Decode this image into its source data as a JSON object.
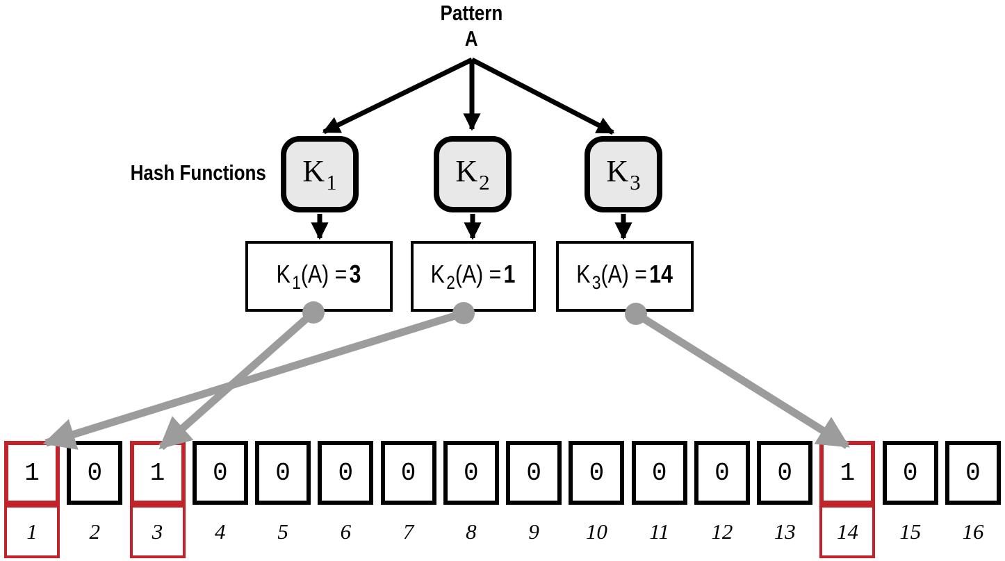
{
  "pattern": {
    "title": "Pattern",
    "item": "A"
  },
  "hash_functions_label": "Hash Functions",
  "hash_functions": [
    {
      "name": "K",
      "sub": "1"
    },
    {
      "name": "K",
      "sub": "2"
    },
    {
      "name": "K",
      "sub": "3"
    }
  ],
  "hash_results": [
    {
      "name": "K",
      "sub": "1",
      "expr": "(A) =",
      "value": "3"
    },
    {
      "name": "K",
      "sub": "2",
      "expr": "(A) =",
      "value": "1"
    },
    {
      "name": "K",
      "sub": "3",
      "expr": "(A) =",
      "value": "14"
    }
  ],
  "bit_array": {
    "cells": [
      {
        "value": "1",
        "index": "1"
      },
      {
        "value": "0",
        "index": "2"
      },
      {
        "value": "1",
        "index": "3"
      },
      {
        "value": "0",
        "index": "4"
      },
      {
        "value": "0",
        "index": "5"
      },
      {
        "value": "0",
        "index": "6"
      },
      {
        "value": "0",
        "index": "7"
      },
      {
        "value": "0",
        "index": "8"
      },
      {
        "value": "0",
        "index": "9"
      },
      {
        "value": "0",
        "index": "10"
      },
      {
        "value": "0",
        "index": "11"
      },
      {
        "value": "0",
        "index": "12"
      },
      {
        "value": "0",
        "index": "13"
      },
      {
        "value": "1",
        "index": "14"
      },
      {
        "value": "0",
        "index": "15"
      },
      {
        "value": "0",
        "index": "16"
      }
    ],
    "highlighted_indices": [
      1,
      3,
      14
    ]
  },
  "colors": {
    "highlight_red": "#c2232b",
    "arrow_gray": "#9c9c9c",
    "kbox_fill": "#e8e8e8",
    "ink": "#000000"
  }
}
